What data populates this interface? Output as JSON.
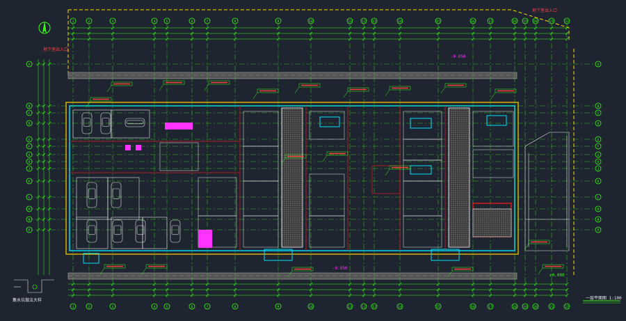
{
  "drawing": {
    "colors": {
      "background": "#1e2430",
      "grid_line": "#39ff14",
      "axis_marker": "#39ff14",
      "wall": "#ffffff",
      "hatch": "#6b6b6b",
      "annotation_red": "#ff4040",
      "annotation_magenta": "#ff33ff",
      "boundary_yellow": "#ffd400",
      "fill_cyan": "#00e5ff",
      "fill_red": "#e01b1b"
    },
    "north_arrow_icon": "north-arrow-icon",
    "column_axes": [
      "1",
      "2",
      "3",
      "4",
      "5",
      "6",
      "7",
      "8",
      "9",
      "10",
      "11",
      "12",
      "13",
      "14",
      "15",
      "16",
      "17",
      "18",
      "19",
      "20",
      "21",
      "22"
    ],
    "row_axes": [
      "A",
      "B",
      "C",
      "D",
      "E",
      "F",
      "G",
      "H",
      "J",
      "K",
      "L",
      "M",
      "N",
      "P"
    ],
    "labels": {
      "top_right_note": "地下室出入口",
      "left_note": "地下室出入口",
      "title_block": "一层平面图 1:100",
      "detail_title": "集水坑做法大样",
      "top_level": "-0.050",
      "bottom_level": "-0.050",
      "right_level": "±0.000"
    }
  }
}
